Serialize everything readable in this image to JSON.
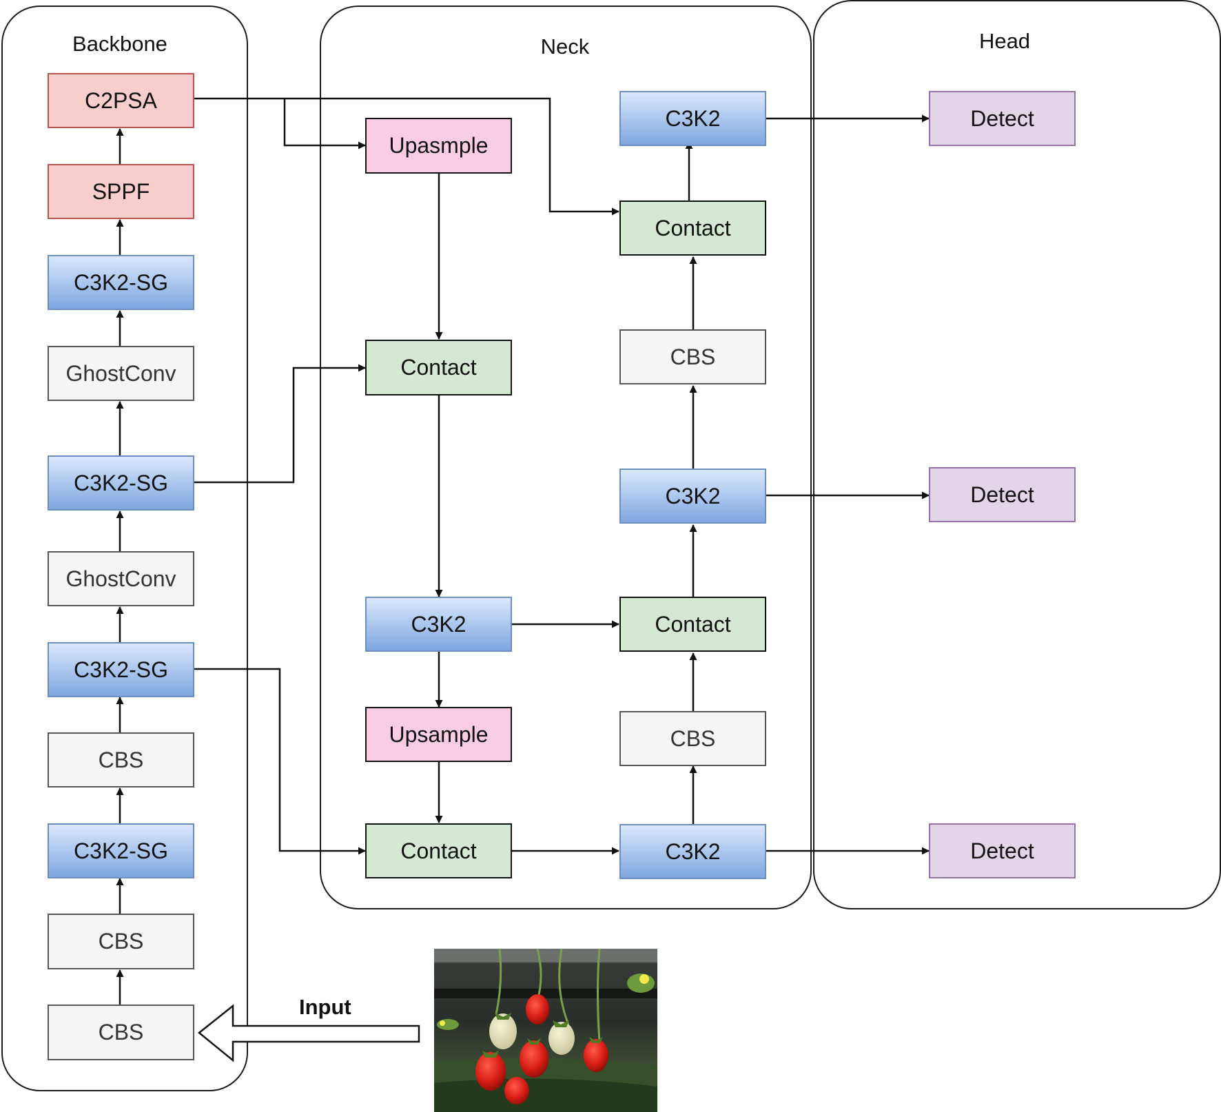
{
  "panels": {
    "backbone": "Backbone",
    "neck": "Neck",
    "head": "Head"
  },
  "backbone": {
    "c2psa": "C2PSA",
    "sppf": "SPPF",
    "c3k2sg_4": "C3K2-SG",
    "ghostconv_2": "GhostConv",
    "c3k2sg_3": "C3K2-SG",
    "ghostconv_1": "GhostConv",
    "c3k2sg_2": "C3K2-SG",
    "cbs_3": "CBS",
    "c3k2sg_1": "C3K2-SG",
    "cbs_2": "CBS",
    "cbs_1": "CBS"
  },
  "neck": {
    "upsample_1": "Upasmple",
    "contact_1": "Contact",
    "c3k2_1": "C3K2",
    "upsample_2": "Upsample",
    "contact_2": "Contact",
    "c3k2_out_top": "C3K2",
    "contact_top": "Contact",
    "cbs_top": "CBS",
    "c3k2_out_mid": "C3K2",
    "contact_mid": "Contact",
    "cbs_mid": "CBS",
    "c3k2_out_bottom": "C3K2"
  },
  "head": {
    "detect_top": "Detect",
    "detect_mid": "Detect",
    "detect_bottom": "Detect"
  },
  "input": {
    "label": "Input"
  },
  "colors": {
    "red_block": "#f8cecc",
    "blue_block": "#7ea6e0",
    "grey_block": "#f5f5f5",
    "pink_block": "#f8cde4",
    "green_block": "#d5e8d4",
    "purple_block": "#e1d5e7"
  }
}
